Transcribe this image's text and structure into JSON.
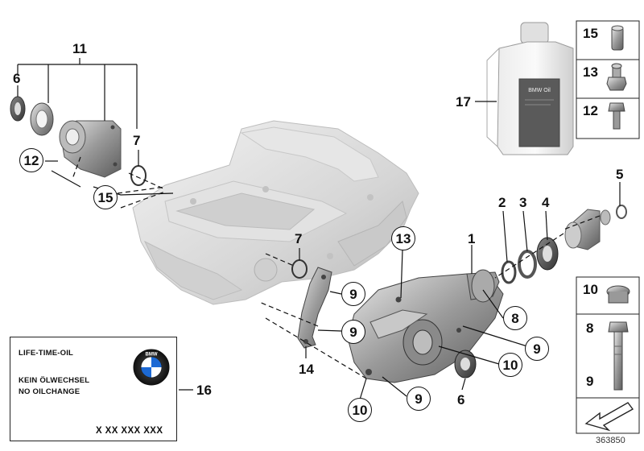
{
  "callouts": {
    "c11": "11",
    "c6a": "6",
    "c7a": "7",
    "c12a": "12",
    "c15a": "15",
    "c13a": "13",
    "c7b": "7",
    "c9a": "9",
    "c9b": "9",
    "c14": "14",
    "c1": "1",
    "c2": "2",
    "c3": "3",
    "c4": "4",
    "c5": "5",
    "c8": "8",
    "c9c": "9",
    "c10a": "10",
    "c6b": "6",
    "c9d": "9",
    "c10b": "10",
    "c16": "16",
    "c17": "17"
  },
  "legend_top": {
    "n15": "15",
    "n13": "13",
    "n12": "12"
  },
  "legend_bottom": {
    "n10": "10",
    "n8": "8",
    "n9": "9"
  },
  "label_card": {
    "line1": "LIFE-TIME-OIL",
    "line2": "KEIN ÖLWECHSEL",
    "line3": "NO OILCHANGE",
    "code": "X XX XXX XXX",
    "logo_text": "BMW"
  },
  "oil_bottle_text": "BMW Oil",
  "diagram_id": "363850"
}
